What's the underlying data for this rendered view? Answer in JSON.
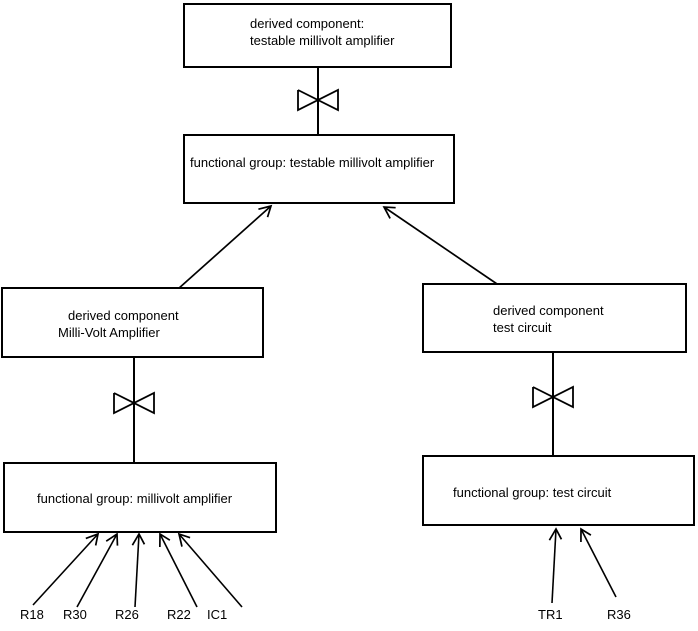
{
  "colors": {
    "background": "#ffffff",
    "line": "#000000",
    "text": "#000000"
  },
  "boxes": {
    "derived_testable": {
      "line1": "derived component:",
      "line2": "testable millivolt amplifier"
    },
    "fg_testable": "functional group: testable millivolt amplifier",
    "derived_mva": {
      "line1": "derived component",
      "line2": "Milli-Volt Amplifier"
    },
    "fg_mva": "functional group: millivolt amplifier",
    "derived_test": {
      "line1": "derived component",
      "line2": "test circuit"
    },
    "fg_test": "functional group: test circuit"
  },
  "components_left": [
    "R18",
    "R30",
    "R26",
    "R22",
    "IC1"
  ],
  "components_right": [
    "TR1",
    "R36"
  ]
}
